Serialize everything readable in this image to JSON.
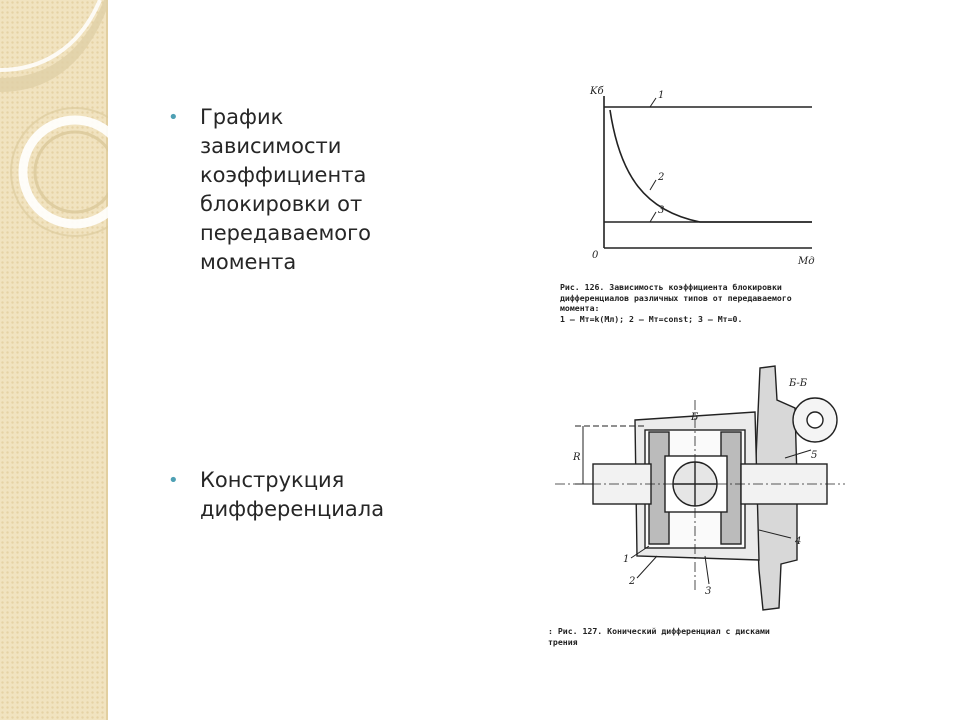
{
  "bullets": [
    {
      "text": "График\nзависимости\nкоэффициента\nблокировки от\nпередаваемого\nмомента"
    },
    {
      "text": "Конструкция\nдифференциала"
    }
  ],
  "figure1": {
    "y_label": "Kб",
    "x_label": "Mд",
    "origin_label": "0",
    "curve_labels": [
      "1",
      "2",
      "3"
    ],
    "caption": "Рис. 126. Зависимость коэффициента блокировки\nдифференциалов различных типов от передаваемого\nмомента:\n1 — Mт=k(Mл); 2 — Mт=const; 3 — Mт=0."
  },
  "figure2": {
    "section_label": "Б-Б",
    "dimension_label": "R",
    "part_labels": [
      "1",
      "2",
      "3",
      "4",
      "5",
      "Б"
    ],
    "caption": ": Рис. 127. Конический дифференциал с дисками\n  трения"
  },
  "colors": {
    "bullet": "#4ea0b4",
    "band": "#f1e3c0",
    "text": "#262626"
  }
}
